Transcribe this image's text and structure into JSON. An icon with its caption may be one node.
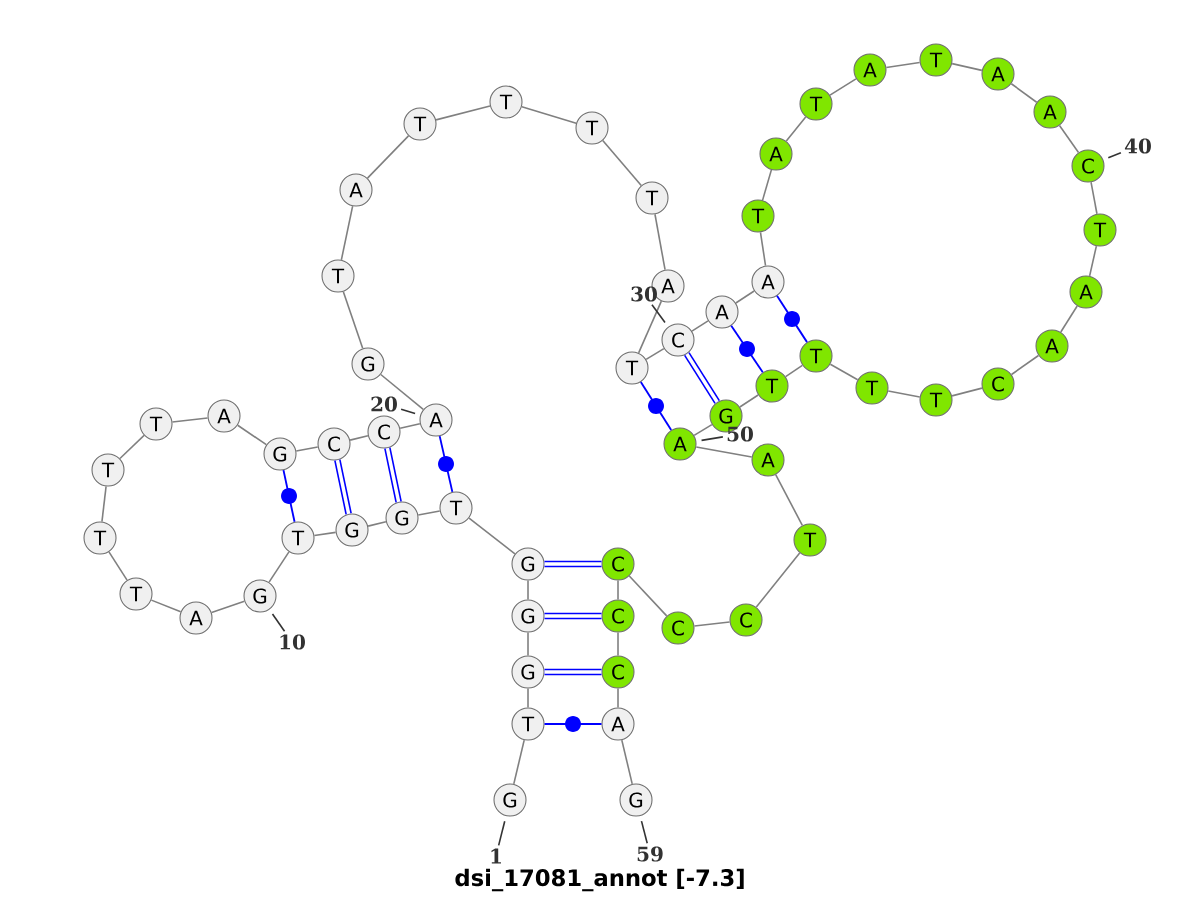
{
  "diagram": {
    "caption": "dsi_17081_annot [-7.3]",
    "nodes": [
      {
        "text": [
          "G"
        ]
      },
      {
        "text": [
          "T"
        ]
      },
      {
        "text": [
          "G"
        ]
      },
      {
        "text": [
          "G"
        ]
      },
      {
        "text": [
          "G"
        ]
      },
      {
        "text": [
          "T"
        ]
      },
      {
        "text": [
          "G"
        ]
      },
      {
        "text": [
          "G"
        ]
      },
      {
        "text": [
          "T"
        ]
      },
      {
        "text": [
          "G"
        ]
      },
      {
        "text": [
          "A"
        ]
      },
      {
        "text": [
          "T"
        ]
      },
      {
        "text": [
          "T"
        ]
      },
      {
        "text": [
          "T"
        ]
      },
      {
        "text": [
          "T"
        ]
      },
      {
        "text": [
          "A"
        ]
      },
      {
        "text": [
          "G"
        ]
      },
      {
        "text": [
          "C"
        ]
      },
      {
        "text": [
          "C"
        ]
      },
      {
        "text": [
          "A"
        ]
      },
      {
        "text": [
          "G"
        ]
      },
      {
        "text": [
          "T"
        ]
      },
      {
        "text": [
          "A"
        ]
      },
      {
        "text": [
          "T"
        ]
      },
      {
        "text": [
          "T"
        ]
      },
      {
        "text": [
          "T"
        ]
      },
      {
        "text": [
          "T"
        ]
      },
      {
        "text": [
          "A"
        ]
      },
      {
        "text": [
          "T"
        ]
      },
      {
        "text": [
          "C"
        ]
      },
      {
        "text": [
          "A"
        ]
      },
      {
        "text": [
          "A"
        ]
      },
      {
        "text": [
          "T"
        ]
      },
      {
        "text": [
          "A"
        ]
      },
      {
        "text": [
          "T"
        ]
      },
      {
        "text": [
          "A"
        ]
      },
      {
        "text": [
          "T"
        ]
      },
      {
        "text": [
          "A"
        ]
      },
      {
        "text": [
          "A"
        ]
      },
      {
        "text": [
          "C"
        ]
      },
      {
        "text": [
          "T"
        ]
      },
      {
        "text": [
          "A"
        ]
      },
      {
        "text": [
          "A"
        ]
      },
      {
        "text": [
          "C"
        ]
      },
      {
        "text": [
          "T"
        ]
      },
      {
        "text": [
          "T"
        ]
      },
      {
        "text": [
          "T"
        ]
      },
      {
        "text": [
          "T"
        ]
      },
      {
        "text": [
          "G"
        ]
      },
      {
        "text": [
          "A"
        ]
      },
      {
        "text": [
          "A"
        ]
      },
      {
        "text": [
          "T"
        ]
      },
      {
        "text": [
          "C"
        ]
      },
      {
        "text": [
          "C"
        ]
      },
      {
        "text": [
          "C"
        ]
      },
      {
        "text": [
          "C"
        ]
      },
      {
        "text": [
          "C"
        ]
      },
      {
        "text": [
          "A"
        ]
      },
      {
        "text": [
          "G"
        ]
      },
      {
        "text": [
          "1"
        ]
      },
      {
        "text": [
          "10"
        ]
      },
      {
        "text": [
          "20"
        ]
      },
      {
        "text": [
          "30"
        ]
      },
      {
        "text": [
          "40"
        ]
      },
      {
        "text": [
          "50"
        ]
      },
      {
        "text": [
          "59"
        ]
      }
    ],
    "edges": [
      {
        "from": 0,
        "to": 1,
        "arrow": "none"
      },
      {
        "from": 1,
        "to": 2,
        "arrow": "none"
      },
      {
        "from": 2,
        "to": 3,
        "arrow": "none"
      },
      {
        "from": 3,
        "to": 4,
        "arrow": "none"
      },
      {
        "from": 4,
        "to": 5,
        "arrow": "none"
      },
      {
        "from": 5,
        "to": 6,
        "arrow": "none"
      },
      {
        "from": 6,
        "to": 7,
        "arrow": "none"
      },
      {
        "from": 7,
        "to": 8,
        "arrow": "none"
      },
      {
        "from": 8,
        "to": 9,
        "arrow": "none"
      },
      {
        "from": 9,
        "to": 10,
        "arrow": "none"
      },
      {
        "from": 10,
        "to": 11,
        "arrow": "none"
      },
      {
        "from": 11,
        "to": 12,
        "arrow": "none"
      },
      {
        "from": 12,
        "to": 13,
        "arrow": "none"
      },
      {
        "from": 13,
        "to": 14,
        "arrow": "none"
      },
      {
        "from": 14,
        "to": 15,
        "arrow": "none"
      },
      {
        "from": 15,
        "to": 16,
        "arrow": "none"
      },
      {
        "from": 16,
        "to": 17,
        "arrow": "none"
      },
      {
        "from": 17,
        "to": 18,
        "arrow": "none"
      },
      {
        "from": 18,
        "to": 19,
        "arrow": "none"
      },
      {
        "from": 19,
        "to": 20,
        "arrow": "none"
      },
      {
        "from": 20,
        "to": 21,
        "arrow": "none"
      },
      {
        "from": 21,
        "to": 22,
        "arrow": "none"
      },
      {
        "from": 22,
        "to": 23,
        "arrow": "none"
      },
      {
        "from": 23,
        "to": 24,
        "arrow": "none"
      },
      {
        "from": 24,
        "to": 25,
        "arrow": "none"
      },
      {
        "from": 25,
        "to": 26,
        "arrow": "none"
      },
      {
        "from": 26,
        "to": 27,
        "arrow": "none"
      },
      {
        "from": 27,
        "to": 28,
        "arrow": "none"
      },
      {
        "from": 28,
        "to": 29,
        "arrow": "none"
      },
      {
        "from": 29,
        "to": 30,
        "arrow": "none"
      },
      {
        "from": 30,
        "to": 31,
        "arrow": "none"
      },
      {
        "from": 31,
        "to": 32,
        "arrow": "none"
      },
      {
        "from": 32,
        "to": 33,
        "arrow": "none"
      },
      {
        "from": 33,
        "to": 34,
        "arrow": "none"
      },
      {
        "from": 34,
        "to": 35,
        "arrow": "none"
      },
      {
        "from": 35,
        "to": 36,
        "arrow": "none"
      },
      {
        "from": 36,
        "to": 37,
        "arrow": "none"
      },
      {
        "from": 37,
        "to": 38,
        "arrow": "none"
      },
      {
        "from": 38,
        "to": 39,
        "arrow": "none"
      },
      {
        "from": 39,
        "to": 40,
        "arrow": "none"
      },
      {
        "from": 40,
        "to": 41,
        "arrow": "none"
      },
      {
        "from": 41,
        "to": 42,
        "arrow": "none"
      },
      {
        "from": 42,
        "to": 43,
        "arrow": "none"
      },
      {
        "from": 43,
        "to": 44,
        "arrow": "none"
      },
      {
        "from": 44,
        "to": 45,
        "arrow": "none"
      },
      {
        "from": 45,
        "to": 46,
        "arrow": "none"
      },
      {
        "from": 46,
        "to": 47,
        "arrow": "none"
      },
      {
        "from": 47,
        "to": 48,
        "arrow": "none"
      },
      {
        "from": 48,
        "to": 49,
        "arrow": "none"
      },
      {
        "from": 49,
        "to": 50,
        "arrow": "none"
      },
      {
        "from": 50,
        "to": 51,
        "arrow": "none"
      },
      {
        "from": 51,
        "to": 52,
        "arrow": "none"
      },
      {
        "from": 52,
        "to": 53,
        "arrow": "none"
      },
      {
        "from": 53,
        "to": 54,
        "arrow": "none"
      },
      {
        "from": 54,
        "to": 55,
        "arrow": "none"
      },
      {
        "from": 55,
        "to": 56,
        "arrow": "none"
      },
      {
        "from": 56,
        "to": 57,
        "arrow": "none"
      },
      {
        "from": 57,
        "to": 58,
        "arrow": "none"
      },
      {
        "from": 1,
        "to": 57,
        "arrow": "none",
        "color": "#0000ff"
      },
      {
        "from": 2,
        "to": 56,
        "arrow": "none",
        "style": "thick",
        "color": "#0000ff"
      },
      {
        "from": 3,
        "to": 55,
        "arrow": "none",
        "style": "thick",
        "color": "#0000ff"
      },
      {
        "from": 4,
        "to": 54,
        "arrow": "none",
        "style": "thick",
        "color": "#0000ff"
      },
      {
        "from": 5,
        "to": 19,
        "arrow": "none",
        "color": "#0000ff"
      },
      {
        "from": 6,
        "to": 18,
        "arrow": "none",
        "style": "thick",
        "color": "#0000ff"
      },
      {
        "from": 7,
        "to": 17,
        "arrow": "none",
        "style": "thick",
        "color": "#0000ff"
      },
      {
        "from": 8,
        "to": 16,
        "arrow": "none",
        "color": "#0000ff"
      },
      {
        "from": 28,
        "to": 49,
        "arrow": "none",
        "color": "#0000ff"
      },
      {
        "from": 29,
        "to": 48,
        "arrow": "none",
        "style": "thick",
        "color": "#0000ff"
      },
      {
        "from": 30,
        "to": 47,
        "arrow": "none",
        "color": "#0000ff"
      },
      {
        "from": 31,
        "to": 46,
        "arrow": "none",
        "color": "#0000ff"
      },
      {
        "from": 59,
        "to": 0,
        "arrow": "none",
        "color": "#333333"
      },
      {
        "from": 60,
        "to": 9,
        "arrow": "none",
        "color": "#333333"
      },
      {
        "from": 61,
        "to": 19,
        "arrow": "none",
        "color": "#333333"
      },
      {
        "from": 62,
        "to": 29,
        "arrow": "none",
        "color": "#333333"
      },
      {
        "from": 63,
        "to": 39,
        "arrow": "none",
        "color": "#333333"
      },
      {
        "from": 64,
        "to": 49,
        "arrow": "none",
        "color": "#333333"
      },
      {
        "from": 65,
        "to": 58,
        "arrow": "none",
        "color": "#333333"
      }
    ]
  }
}
